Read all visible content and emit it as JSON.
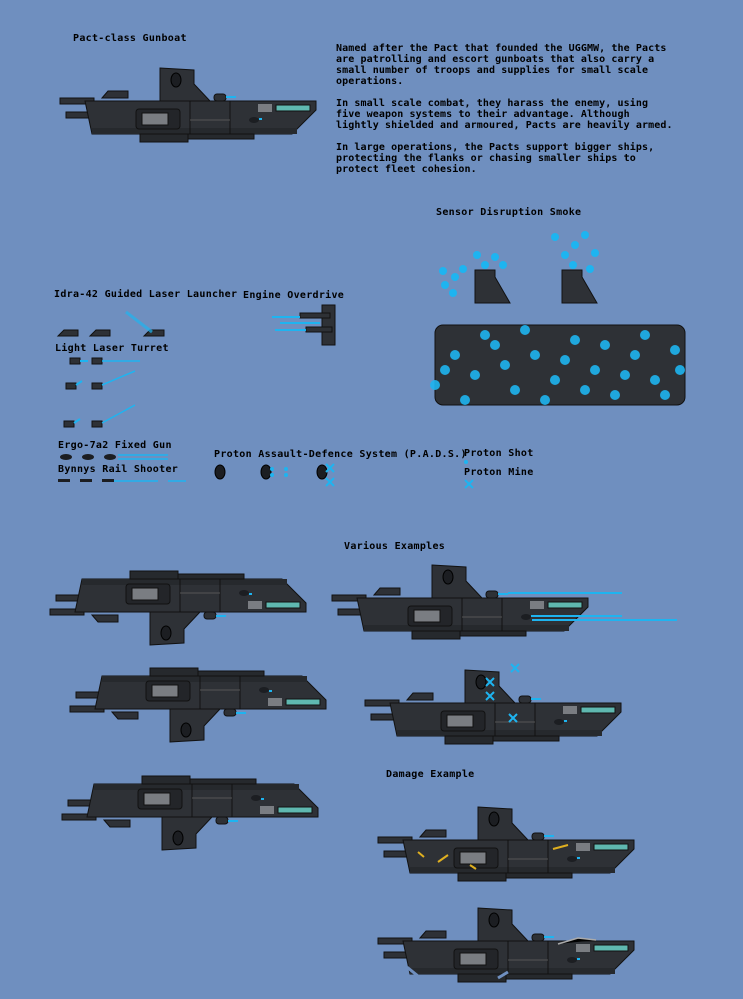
{
  "title": "Pact-class Gunboat",
  "description": [
    "Named after the Pact that founded the UGGMW, the Pacts are patrolling and escort gunboats that also carry a small number of troops and supplies for small scale operations.",
    "In small scale combat, they harass the enemy, using five weapon systems to their advantage. Although lightly shielded and armoured, Pacts are heavily armed.",
    "In large operations, the Pacts support bigger ships, protecting the flanks or chasing smaller ships to protect fleet cohesion."
  ],
  "sections": {
    "sensor_smoke": "Sensor Disruption Smoke",
    "guided_laser": "Idra-42 Guided Laser Launcher",
    "engine_overdrive": "Engine Overdrive",
    "light_laser_turret": "Light Laser Turret",
    "fixed_gun": "Ergo-7a2 Fixed Gun",
    "rail_shooter": "Bynnys Rail Shooter",
    "pads": "Proton Assault-Defence System (P.A.D.S.)",
    "proton_shot": "Proton Shot",
    "proton_mine": "Proton Mine",
    "various_examples": "Various Examples",
    "damage_example": "Damage Example"
  },
  "colors": {
    "background": "#6f8fbf",
    "hull": "#2e3136",
    "hull_dark": "#1c1e22",
    "laser": "#1eb4f0",
    "glass": "#5fb8b0"
  }
}
